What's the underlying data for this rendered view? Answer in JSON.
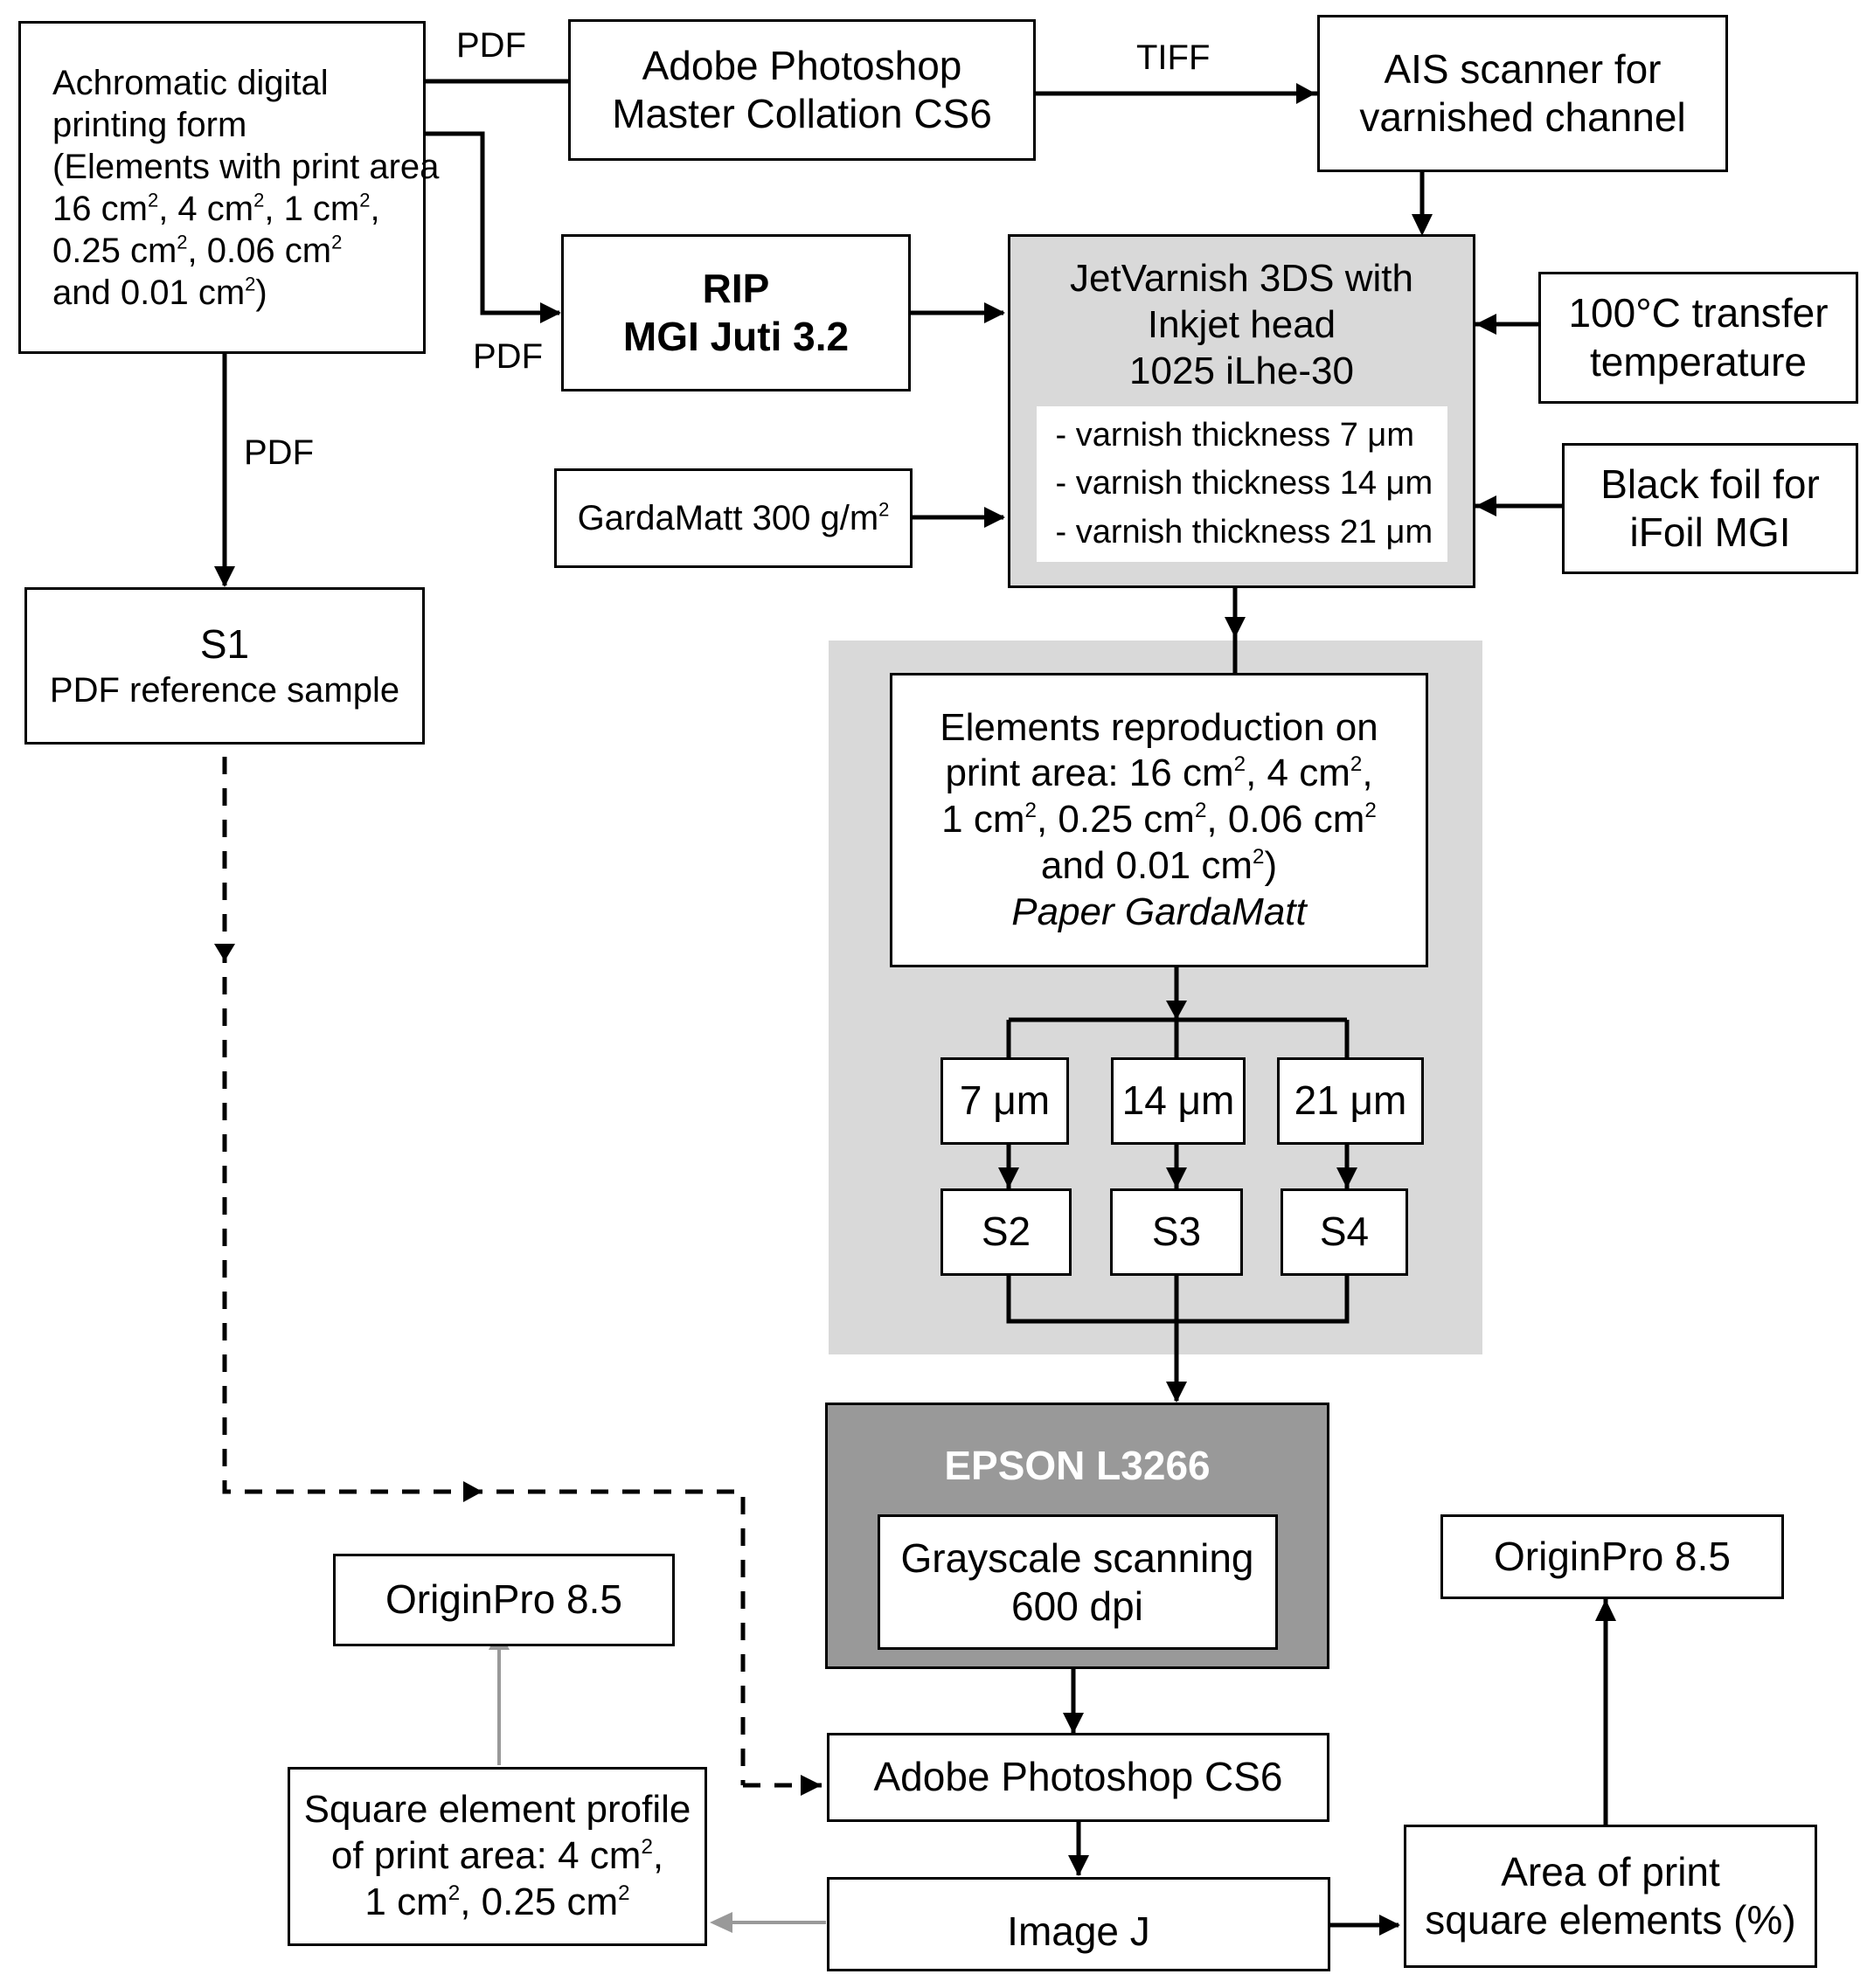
{
  "nodes": {
    "input_form": {
      "lines": [
        "Achromatic digital",
        "printing form",
        "(Elements with print area"
      ],
      "line4": [
        "16 cm",
        "2",
        ", 4 cm",
        "2",
        ", 1 cm",
        "2",
        ","
      ],
      "line5": [
        "0.25 cm",
        "2",
        ", 0.06 cm",
        "2"
      ],
      "line6": [
        "and 0.01 cm",
        "2",
        ")"
      ]
    },
    "photoshop_master": {
      "line1": "Adobe Photoshop",
      "line2": "Master Collation CS6"
    },
    "ais_scanner": {
      "line1": "AIS scanner for",
      "line2": "varnished channel"
    },
    "rip": {
      "line1": "RIP",
      "line2": "MGI Juti 3.2"
    },
    "jetvarnish": {
      "line1": "JetVarnish 3DS with",
      "line2": "Inkjet head",
      "line3": "1025 iLhe-30",
      "thickness": [
        "- varnish thickness 7 μm",
        "- varnish thickness 14 μm",
        "- varnish thickness 21 μm"
      ]
    },
    "transfer_temp": {
      "line1": "100°C transfer",
      "line2": "temperature"
    },
    "gardamatt": {
      "text": "GardaMatt 300 g/m",
      "sup": "2"
    },
    "black_foil": {
      "line1": "Black foil for",
      "line2": "iFoil MGI"
    },
    "s1": {
      "line1": "S1",
      "line2": "PDF reference sample"
    },
    "reproduction": {
      "line1": "Elements reproduction on",
      "line2": [
        "print area: 16 cm",
        "2",
        ", 4 cm",
        "2",
        ","
      ],
      "line3": [
        "1 cm",
        "2",
        ", 0.25 cm",
        "2",
        ", 0.06 cm",
        "2"
      ],
      "line4": [
        "and 0.01 cm",
        "2",
        ")"
      ],
      "line5": "Paper GardaMatt"
    },
    "thickness_boxes": [
      "7 μm",
      "14 μm",
      "21 μm"
    ],
    "samples": [
      "S2",
      "S3",
      "S4"
    ],
    "epson": {
      "title": "EPSON L3266",
      "line1": "Grayscale scanning",
      "line2": "600 dpi"
    },
    "photoshop_cs6": {
      "text": "Adobe Photoshop CS6"
    },
    "imagej": {
      "text": "Image J"
    },
    "origin_left": {
      "text": "OriginPro 8.5"
    },
    "origin_right": {
      "text": "OriginPro 8.5"
    },
    "profile": {
      "line1": "Square element profile",
      "line2": [
        "of print area: 4 cm",
        "2",
        ","
      ],
      "line3": [
        "1 cm",
        "2",
        ", 0.25 cm",
        "2"
      ]
    },
    "area_percent": {
      "line1": "Area of print",
      "line2": "square elements (%)"
    }
  },
  "edge_labels": {
    "pdf_top": "PDF",
    "tiff": "TIFF",
    "pdf_rip": "PDF",
    "pdf_down": "PDF"
  },
  "colors": {
    "panel_light": "#d9d9d9",
    "panel_dark": "#999999",
    "jetvarnish_fill": "#d9d9d9",
    "gray_arrow": "#999999"
  }
}
